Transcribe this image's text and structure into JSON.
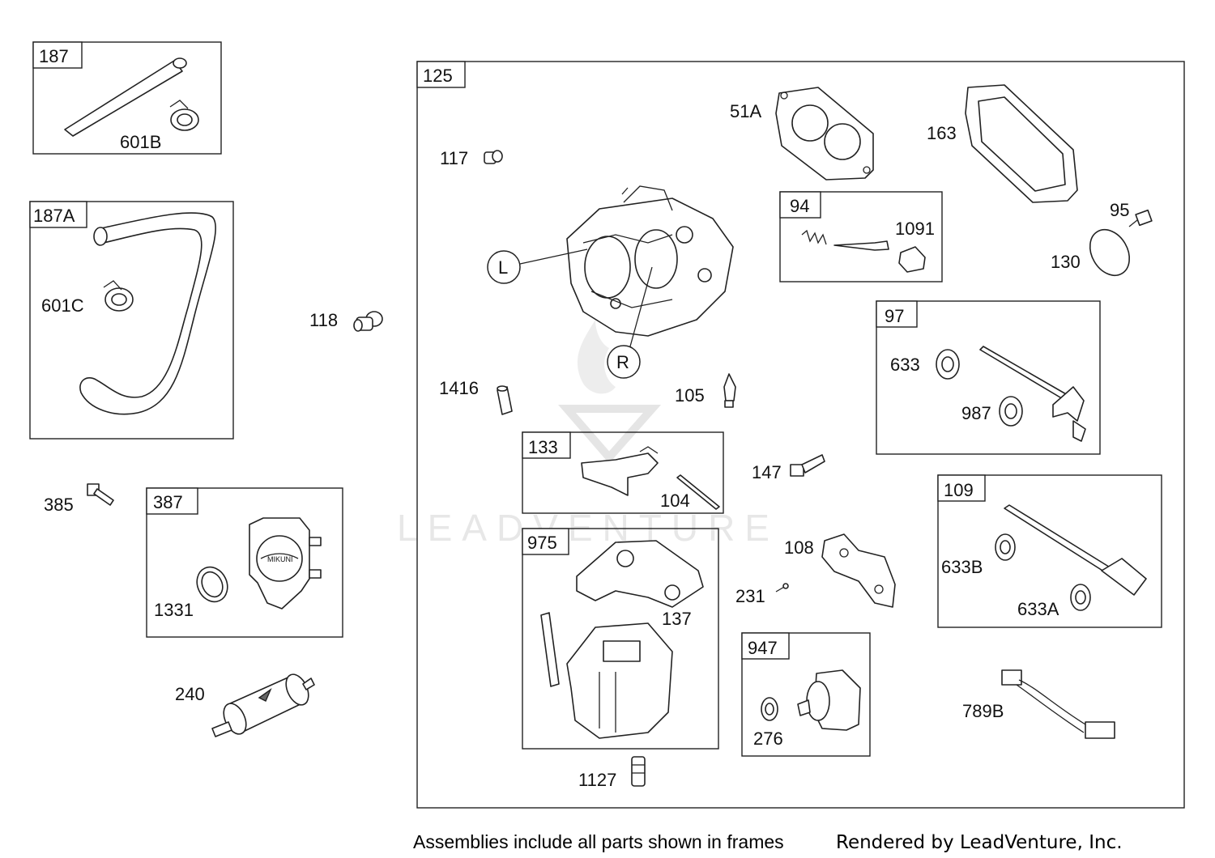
{
  "frames": {
    "f187": "187",
    "f187A": "187A",
    "f387": "387",
    "f125": "125",
    "f94": "94",
    "f97": "97",
    "f133": "133",
    "f975": "975",
    "f109": "109",
    "f947": "947"
  },
  "labels": {
    "p601B": "601B",
    "p601C": "601C",
    "p118": "118",
    "p385": "385",
    "p1331": "1331",
    "p240": "240",
    "p117": "117",
    "p51A": "51A",
    "p163": "163",
    "p1091": "1091",
    "p95": "95",
    "p130": "130",
    "p633": "633",
    "p987": "987",
    "p1416": "1416",
    "p105": "105",
    "p104": "104",
    "p147": "147",
    "p108": "108",
    "p231": "231",
    "p137": "137",
    "p633B": "633B",
    "p633A": "633A",
    "p276": "276",
    "p789B": "789B",
    "p1127": "1127"
  },
  "callouts": {
    "left": "L",
    "right": "R"
  },
  "watermark": "LEADVENTURE",
  "fuel_pump_brand": "MIKUNI",
  "footer": {
    "note": "Assemblies include all parts shown in frames",
    "credit": "Rendered by LeadVenture, Inc."
  }
}
